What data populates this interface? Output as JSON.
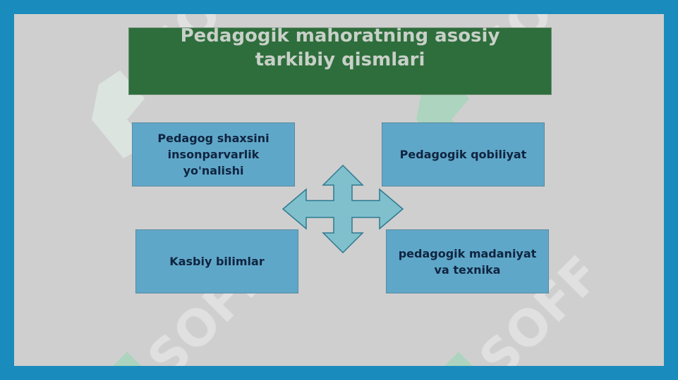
{
  "title": "Pedagogik mahoratning asosiy tarkibiy qismlari",
  "components": [
    "Pedagog shaxsini insonparvarlik yo'nalishi",
    "Pedagogik qobiliyat",
    "Kasbiy bilimlar",
    "pedagogik madaniyat va texnika"
  ],
  "watermark_text": "SOFF",
  "colors": {
    "frame": "#1a8bbd",
    "slide_background": "#cfcfcf",
    "title_box": "#2e6e3c",
    "component_box": "#5fa7c8",
    "arrow_fill": "#7fc0cc",
    "text_dark": "#0f2440"
  },
  "icons": [
    "four-way-arrow-icon"
  ]
}
